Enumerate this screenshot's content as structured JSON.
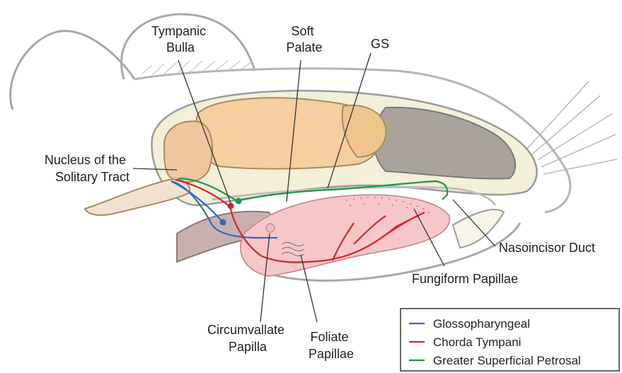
{
  "labels": {
    "tympanic_bulla": [
      "Tympanic",
      "Bulla"
    ],
    "soft_palate": [
      "Soft",
      "Palate"
    ],
    "gs": "GS",
    "nts": [
      "Nucleus of the",
      "Solitary Tract"
    ],
    "nasoincisor": "Nasoincisor Duct",
    "fungiform": "Fungiform Papillae",
    "circumvallate": [
      "Circumvallate",
      "Papilla"
    ],
    "foliate": [
      "Foliate",
      "Papillae"
    ]
  },
  "legend": {
    "items": [
      {
        "label": "Glossopharyngeal",
        "color": "#2f6fbd"
      },
      {
        "label": "Chorda Tympani",
        "color": "#d8232a"
      },
      {
        "label": "Greater Superficial Petrosal",
        "color": "#1a9a48"
      }
    ]
  },
  "colors": {
    "glossopharyngeal": "#2f6fbd",
    "chorda_tympani": "#d8232a",
    "greater_superficial_petrosal": "#1a9a48",
    "brain": "#f5cf9e",
    "tongue": "#f6c7c9"
  }
}
